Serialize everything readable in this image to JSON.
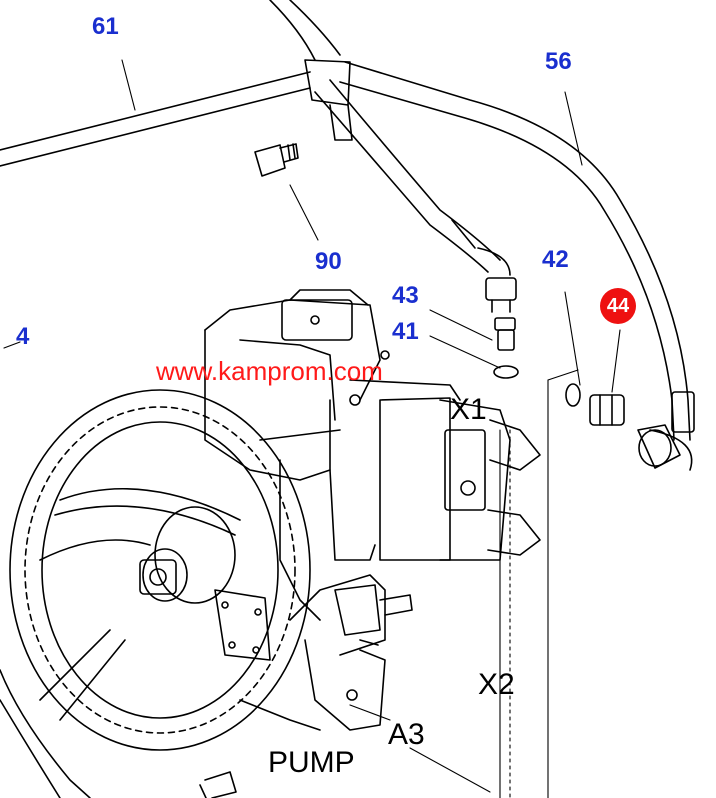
{
  "callouts": {
    "c61": "61",
    "c56": "56",
    "c90": "90",
    "c42": "42",
    "c43": "43",
    "c41": "41",
    "c4": "4",
    "c44": "44"
  },
  "tags": {
    "x1": "X1",
    "x2": "X2",
    "a3": "A3",
    "pump": "PUMP"
  },
  "watermark": "www.kamprom.com",
  "colors": {
    "callout": "#1a2fcf",
    "highlight": "#ee1111",
    "watermark": "#ff1a1a",
    "line": "#000000"
  }
}
